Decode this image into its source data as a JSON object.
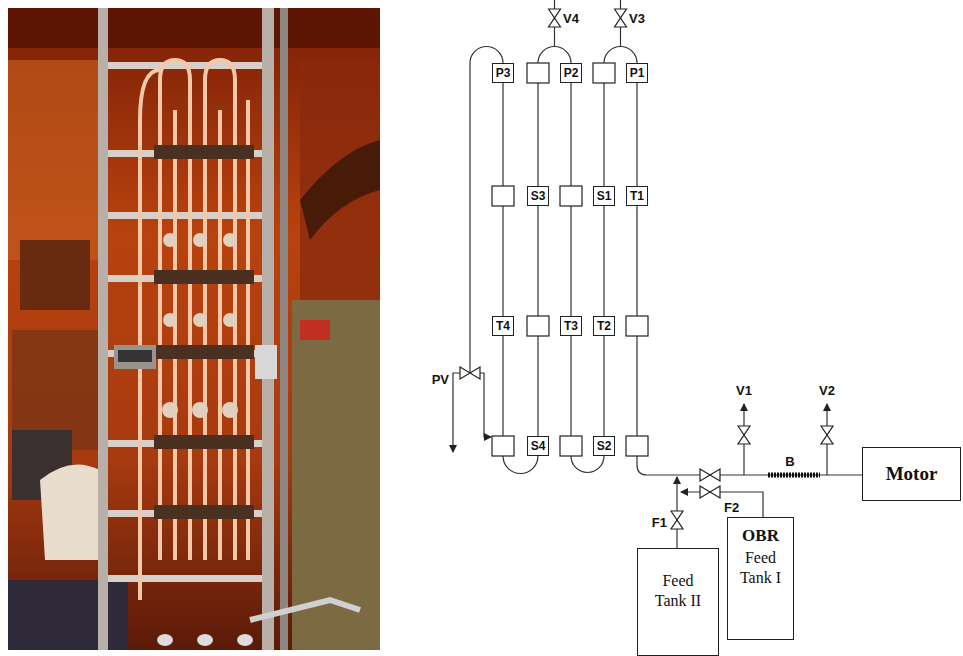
{
  "diagram": {
    "nodes": [
      {
        "text": [
          "P3"
        ]
      },
      {
        "text": [
          "P2"
        ]
      },
      {
        "text": [
          "P1"
        ]
      },
      {
        "text": [
          "S3"
        ]
      },
      {
        "text": [
          "S1"
        ]
      },
      {
        "text": [
          "T1"
        ]
      },
      {
        "text": [
          "T4"
        ]
      },
      {
        "text": [
          "T3"
        ]
      },
      {
        "text": [
          "T2"
        ]
      },
      {
        "text": [
          "S4"
        ]
      },
      {
        "text": [
          "S2"
        ]
      },
      {
        "text": [
          "Motor"
        ]
      },
      {
        "text": [
          "OBR",
          "Feed Tank I"
        ]
      },
      {
        "text": [
          "Feed Tank II"
        ]
      }
    ],
    "edges": [
      {
        "from": 2,
        "to": 5,
        "arrow": "none"
      },
      {
        "from": 4,
        "to": 8,
        "arrow": "none"
      },
      {
        "from": 8,
        "to": 10,
        "arrow": "none"
      }
    ],
    "labels": [
      "V4",
      "V3",
      "PV",
      "V1",
      "V2",
      "B",
      "F1",
      "F2"
    ]
  }
}
